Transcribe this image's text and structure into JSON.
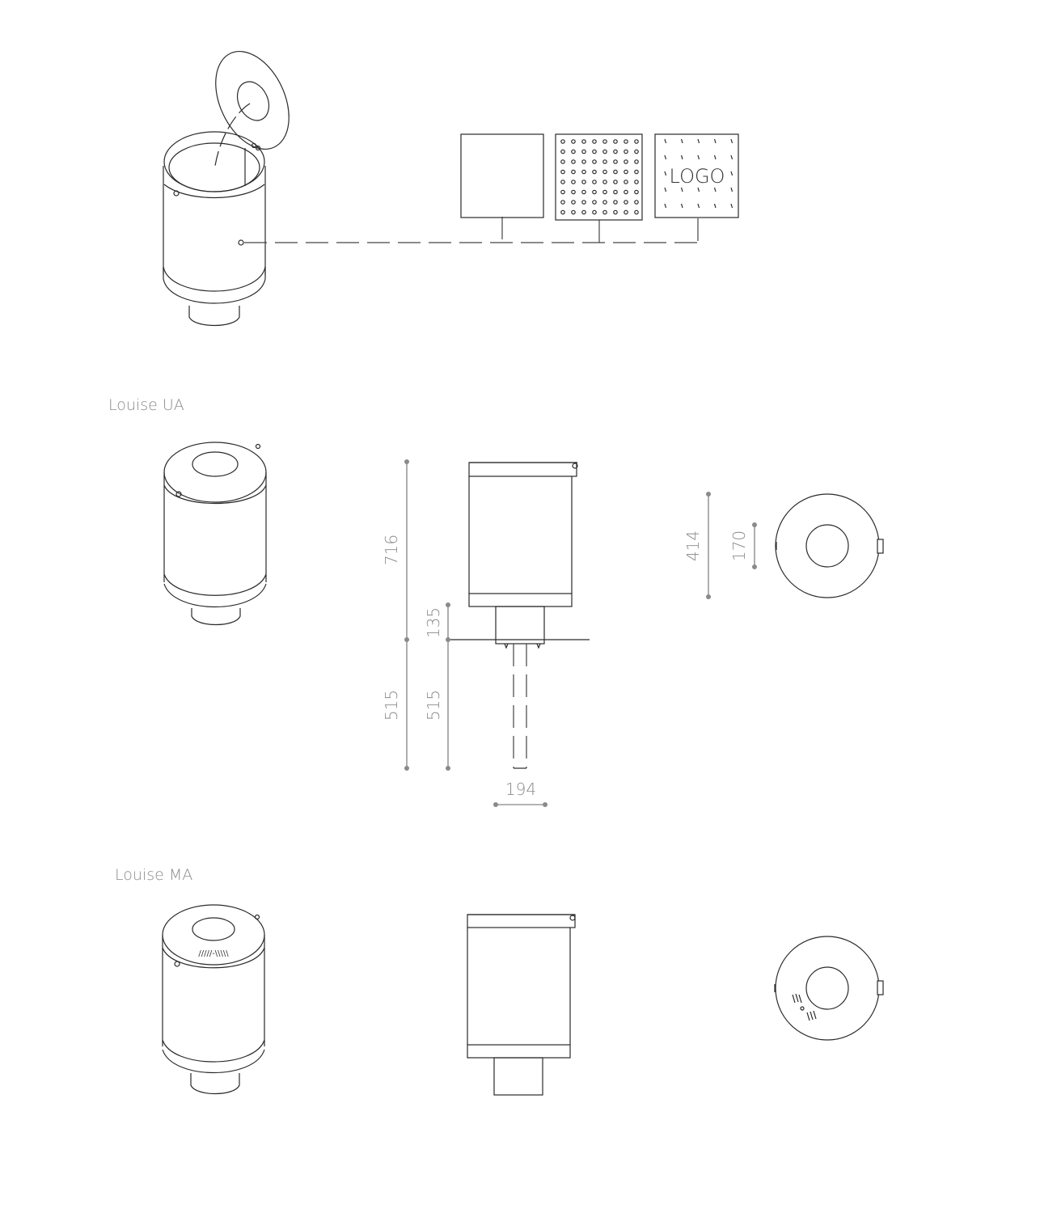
{
  "sections": {
    "ua_label": "Louise UA",
    "ma_label": "Louise MA"
  },
  "panels": {
    "logo_text": "LOGO",
    "options": [
      "plain-panel",
      "perforated-panel",
      "logo-panel"
    ]
  },
  "dimensions": {
    "total_height": "716",
    "above_ground": "135",
    "in_ground_left": "515",
    "in_ground_right": "515",
    "post_width": "194",
    "outer_diameter": "414",
    "opening_diameter": "170"
  },
  "colors": {
    "line": "#2a2a2a",
    "dimension": "#8a8a8a",
    "background": "#ffffff"
  }
}
